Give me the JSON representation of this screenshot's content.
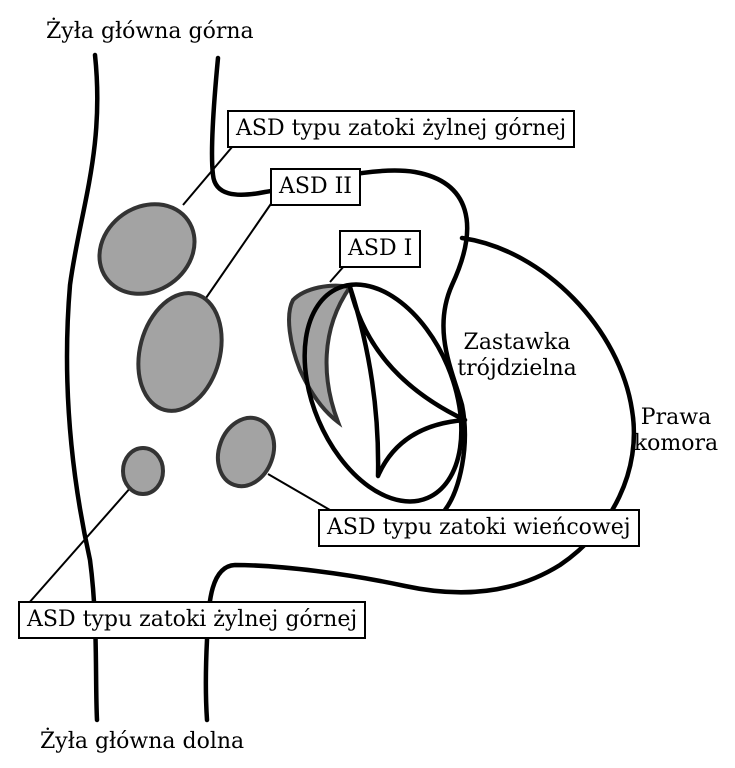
{
  "labels": {
    "svc": "Żyła główna górna",
    "ivc": "Żyła główna dolna",
    "asd_sinus_venosus_superior": "ASD typu zatoki żylnej górnej",
    "asd_ii": "ASD II",
    "asd_i": "ASD I",
    "tricuspid_valve": "Zastawka\ntrójdzielna",
    "right_ventricle": "Prawa\nkomora",
    "asd_coronary_sinus": "ASD typu zatoki wieńcowej",
    "asd_sinus_venosus_inferior": "ASD typu zatoki żylnej górnej"
  },
  "colors": {
    "defect_fill": "#a3a3a3",
    "outline": "#000000",
    "defect_outline": "#333333",
    "background": "#ffffff"
  }
}
